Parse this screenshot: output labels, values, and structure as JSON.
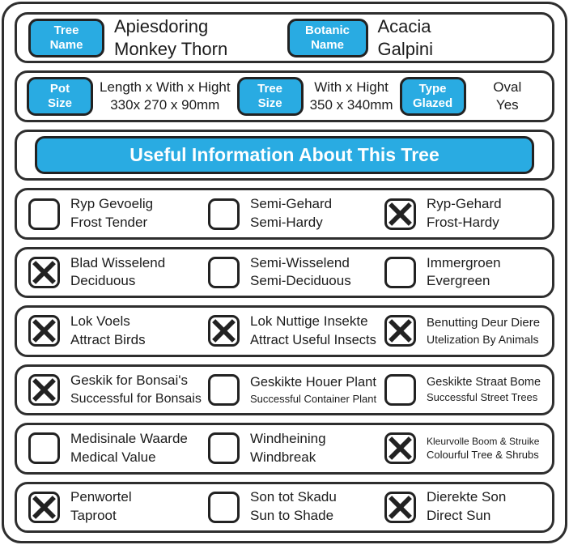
{
  "accent_color": "#29abe2",
  "header": {
    "tree": {
      "label1": "Tree",
      "label2": "Name",
      "value1": "Apiesdoring",
      "value2": "Monkey Thorn"
    },
    "botanic": {
      "label1": "Botanic",
      "label2": "Name",
      "value1": "Acacia",
      "value2": "Galpini"
    }
  },
  "sizes": {
    "pot": {
      "label1": "Pot",
      "label2": "Size",
      "value1": "Length x With x Hight",
      "value2": "330x 270 x 90mm"
    },
    "tree": {
      "label1": "Tree",
      "label2": "Size",
      "value1": "With x Hight",
      "value2": "350 x 340mm"
    },
    "type": {
      "label1": "Type",
      "label2": "Glazed",
      "value1": "Oval",
      "value2": "Yes"
    }
  },
  "banner": {
    "title": "Useful Information About This Tree"
  },
  "attributes": [
    [
      {
        "checked": false,
        "line1": "Ryp Gevoelig",
        "line2": "Frost Tender"
      },
      {
        "checked": false,
        "line1": "Semi-Gehard",
        "line2": "Semi-Hardy"
      },
      {
        "checked": true,
        "line1": "Ryp-Gehard",
        "line2": "Frost-Hardy"
      }
    ],
    [
      {
        "checked": true,
        "line1": "Blad Wisselend",
        "line2": "Deciduous"
      },
      {
        "checked": false,
        "line1": "Semi-Wisselend",
        "line2": "Semi-Deciduous"
      },
      {
        "checked": false,
        "line1": "Immergroen",
        "line2": "Evergreen"
      }
    ],
    [
      {
        "checked": true,
        "line1": "Lok Voels",
        "line2": "Attract Birds"
      },
      {
        "checked": true,
        "line1": "Lok Nuttige Insekte",
        "line2": "Attract Useful Insects"
      },
      {
        "checked": true,
        "line1": "Benutting Deur Diere",
        "line2": "Utelization By Animals"
      }
    ],
    [
      {
        "checked": true,
        "line1": "Geskik for Bonsai's",
        "line2": "Successful for Bonsais"
      },
      {
        "checked": false,
        "line1": "Geskikte Houer Plant",
        "line2": "Successful Container Plant"
      },
      {
        "checked": false,
        "line1": "Geskikte Straat Bome",
        "line2": "Successful Street Trees"
      }
    ],
    [
      {
        "checked": false,
        "line1": "Medisinale Waarde",
        "line2": "Medical Value"
      },
      {
        "checked": false,
        "line1": "Windheining",
        "line2": "Windbreak"
      },
      {
        "checked": true,
        "line1": "Kleurvolle Boom & Struike",
        "line2": "Colourful Tree & Shrubs"
      }
    ],
    [
      {
        "checked": true,
        "line1": "Penwortel",
        "line2": "Taproot"
      },
      {
        "checked": false,
        "line1": "Son tot Skadu",
        "line2": "Sun to Shade"
      },
      {
        "checked": true,
        "line1": "Dierekte Son",
        "line2": "Direct Sun"
      }
    ]
  ]
}
